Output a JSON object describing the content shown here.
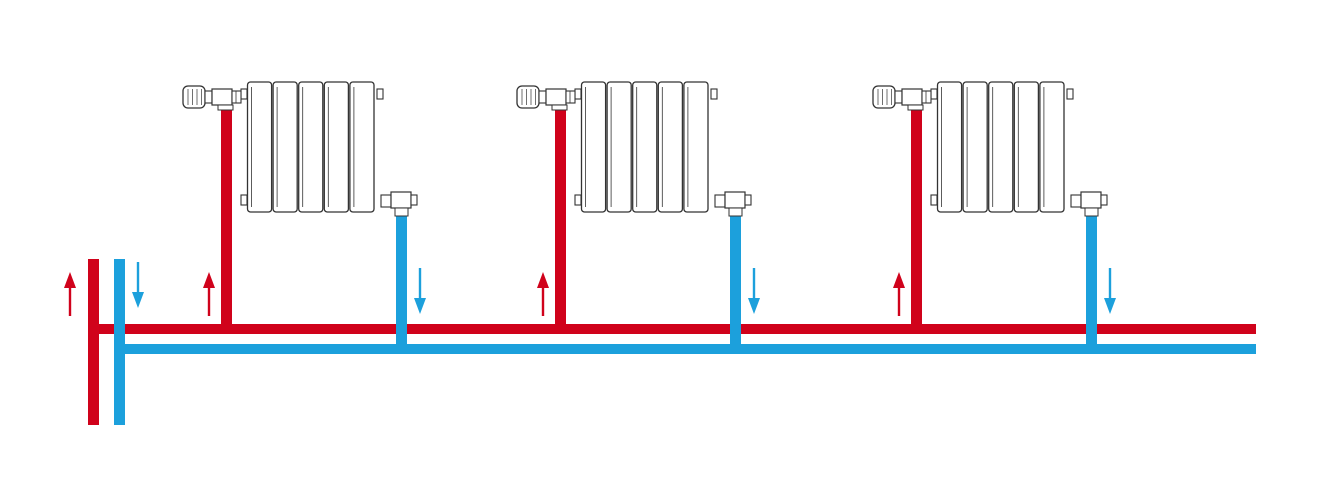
{
  "colors": {
    "supply": "#d0021b",
    "return": "#1ca0dc",
    "outline": "#333333",
    "fill": "#ffffff",
    "background": "#ffffff"
  },
  "diagram": {
    "type": "two-pipe heating system",
    "radiators": [
      {
        "sections": 5
      },
      {
        "sections": 5
      },
      {
        "sections": 5
      }
    ],
    "icons": [
      "thermostatic-valve-icon",
      "return-valve-icon",
      "flow-up-arrow-icon",
      "flow-down-arrow-icon"
    ]
  }
}
